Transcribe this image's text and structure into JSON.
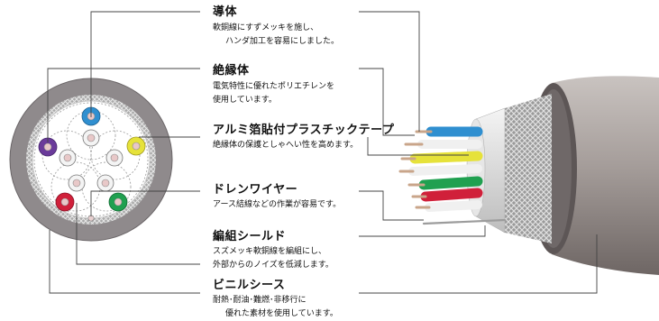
{
  "labels": {
    "conductor": {
      "title": "導体",
      "line1": "軟銅線にすずメッキを施し、",
      "line2": "ハンダ加工を容易にしました。"
    },
    "insulator": {
      "title": "絶縁体",
      "line1": "電気特性に優れたポリエチレンを",
      "line2": "使用しています。"
    },
    "foil_tape": {
      "title": "アルミ箔貼付プラスチックテープ",
      "line1": "絶縁体の保護としゃへい性を高めます。"
    },
    "drain_wire": {
      "title": "ドレンワイヤー",
      "line1": "アース結線などの作業が容易です。"
    },
    "braid_shield": {
      "title": "編組シールド",
      "line1": "スズメッキ軟銅線を編組にし、",
      "line2": "外部からのノイズを低減します。"
    },
    "vinyl_sheath": {
      "title": "ビニルシース",
      "line1": "耐熱･耐油･難燃･非移行に",
      "line2": "優れた素材を使用しています。"
    }
  },
  "wire_colors": {
    "blue": "#2f8fd0",
    "yellow": "#e6e23a",
    "green": "#20a050",
    "red": "#d0203a",
    "purple": "#6a3a9a",
    "white": "#f0f0f0",
    "sheath": "#8c8484",
    "braid": "#b8b8b8"
  }
}
